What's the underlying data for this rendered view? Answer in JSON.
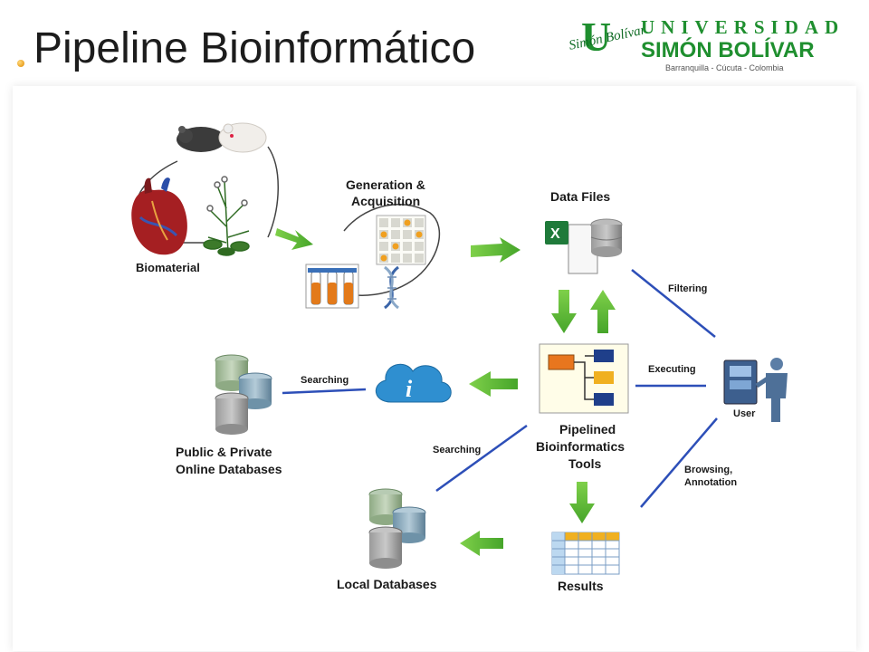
{
  "slide": {
    "title": "Pipeline Bioinformático"
  },
  "logo": {
    "initial": "U",
    "signature": "Simón Bolívar",
    "line1": "UNIVERSIDAD",
    "line2": "SIMÓN BOLÍVAR",
    "cities": "Barranquilla - Cúcuta - Colombia"
  },
  "diagram": {
    "biomaterial": "Biomaterial",
    "generation_l1": "Generation &",
    "generation_l2": "Acquisition",
    "data_files": "Data Files",
    "filtering": "Filtering",
    "executing": "Executing",
    "user": "User",
    "searching_top": "Searching",
    "searching_bottom": "Searching",
    "public_l1": "Public & Private",
    "public_l2": "Online Databases",
    "pipelined_l1": "Pipelined",
    "pipelined_l2": "Bioinformatics",
    "pipelined_l3": "Tools",
    "browsing_l1": "Browsing,",
    "browsing_l2": "Annotation",
    "local_db": "Local Databases",
    "results": "Results"
  },
  "colors": {
    "arrow_green": "#5cb82e",
    "line_blue": "#2d4fb8",
    "brand_green": "#1f8f2f",
    "cloud_blue": "#2f8fd0",
    "db_gray": "#8d8d8d",
    "db_blue": "#7ea0b5"
  }
}
